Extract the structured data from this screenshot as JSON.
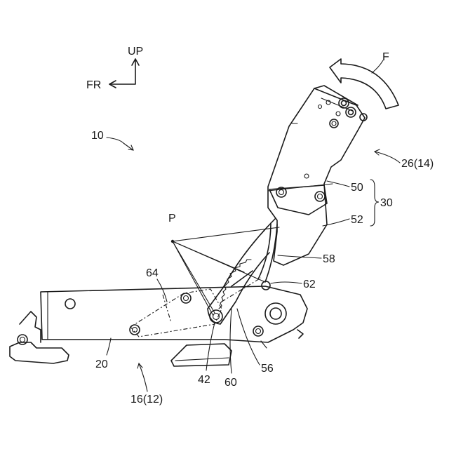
{
  "labels": {
    "up": "UP",
    "fr": "FR",
    "f": "F",
    "p": "P",
    "l10": "10",
    "l26": "26(14)",
    "l50": "50",
    "l30": "30",
    "l52": "52",
    "l58": "58",
    "l62": "62",
    "l64": "64",
    "l20": "20",
    "l16": "16(12)",
    "l42": "42",
    "l60": "60",
    "l56": "56"
  }
}
